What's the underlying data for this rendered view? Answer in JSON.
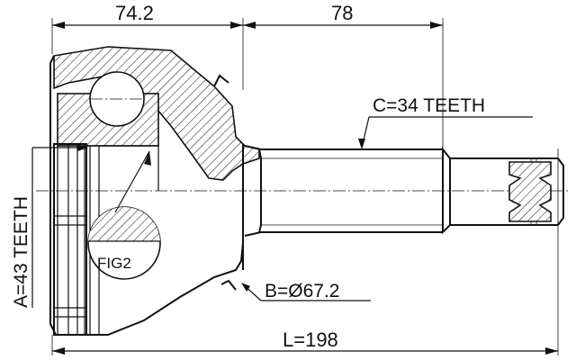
{
  "dimensions": {
    "top_left": "74.2",
    "top_right": "78",
    "spline_c": "C=34 TEETH",
    "spline_a": "A=43 TEETH",
    "diameter_b": "B=Ø67.2",
    "length_l": "L=198"
  },
  "figure_label": "FIG2",
  "colors": {
    "line": "#111111",
    "background": "#ffffff"
  }
}
